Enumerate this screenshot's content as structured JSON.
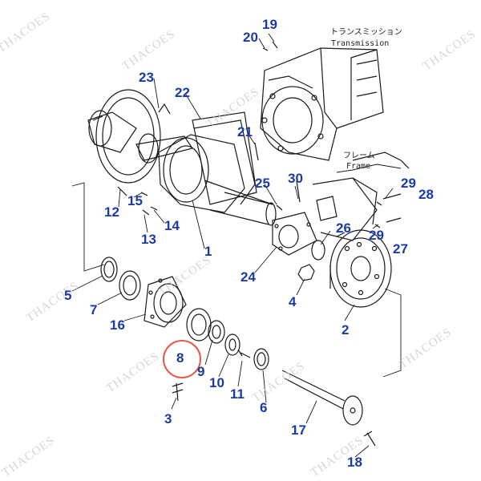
{
  "watermark": "THACOES",
  "callouts": [
    "1",
    "2",
    "3",
    "4",
    "5",
    "6",
    "7",
    "8",
    "9",
    "10",
    "11",
    "12",
    "13",
    "14",
    "15",
    "16",
    "17",
    "18",
    "19",
    "20",
    "21",
    "22",
    "23",
    "24",
    "25",
    "26",
    "27",
    "28",
    "29",
    "29",
    "30"
  ],
  "notes": {
    "transmission_jp": "トランスミッション",
    "transmission_en": "Transmission",
    "frame_jp": "フレーム",
    "frame_en": "Frame"
  },
  "highlight": {
    "callout": "8",
    "color": "#e25a4a"
  },
  "colors": {
    "callout_text": "#1a3aa8",
    "line_art": "#1a1a1a",
    "watermark": "#c8c8c8"
  }
}
